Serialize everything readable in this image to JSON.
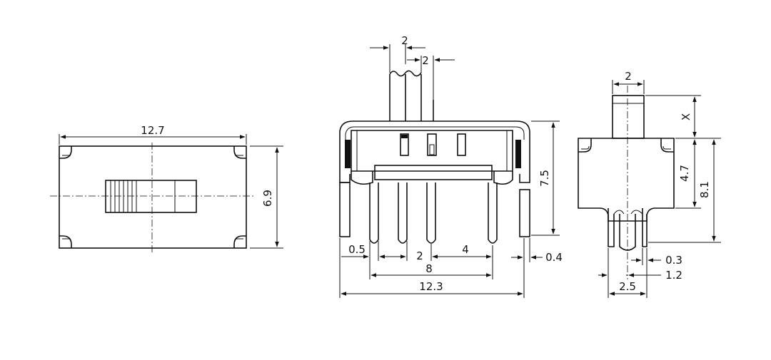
{
  "colors": {
    "line": "#111111",
    "background": "#ffffff"
  },
  "top_view": {
    "width_label": "12.7",
    "height_label": "6.9"
  },
  "front_view": {
    "slider_width_label": "2",
    "slider_travel_label": "2",
    "height_label": "7.5",
    "edge_pin_label": "0.5",
    "pitch_label": "2",
    "pitch_double_label": "4",
    "pin_thickness_label": "0.4",
    "pin_span_label": "8",
    "total_width_label": "12.3"
  },
  "side_view": {
    "knob_width_label": "2",
    "knob_height_label": "X",
    "body_height_label": "4.7",
    "total_height_label": "8.1",
    "pin_thickness_label": "0.3",
    "pin_offset_label": "1.2",
    "pin_span_label": "2.5"
  }
}
